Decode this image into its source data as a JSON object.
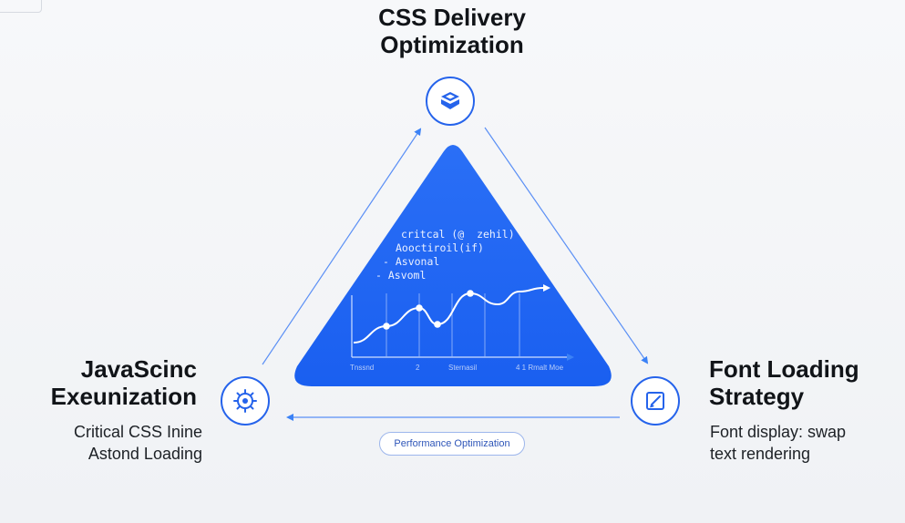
{
  "nodes": {
    "top": {
      "title_lines": [
        "CSS Delivery",
        "Optimization"
      ],
      "icon": "layers-cube-icon"
    },
    "left": {
      "title_lines": [
        "JavaScinc",
        "Exeunization"
      ],
      "sub_lines": [
        "Critical CSS Inine",
        "Astond Loading"
      ],
      "icon": "gear-brain-icon"
    },
    "right": {
      "title_lines": [
        "Font Loading",
        "Strategy"
      ],
      "sub_lines": [
        "Font display: swap",
        "text rendering"
      ],
      "icon": "edit-document-icon"
    }
  },
  "center": {
    "code_lines": [
      "critcal (@  zehil)",
      "Aooctiroil(if)",
      "- Asvonal",
      "- Asvoml"
    ],
    "chart_axis_labels": [
      "Tnssnd",
      "2",
      "Sternasil",
      "4 1 Rmalt Moe"
    ]
  },
  "pill": {
    "label": "Performance Optimization"
  },
  "colors": {
    "accent": "#2563eb",
    "triangle": "#1e66f5",
    "arrow": "#3b82f6",
    "text": "#111418"
  }
}
